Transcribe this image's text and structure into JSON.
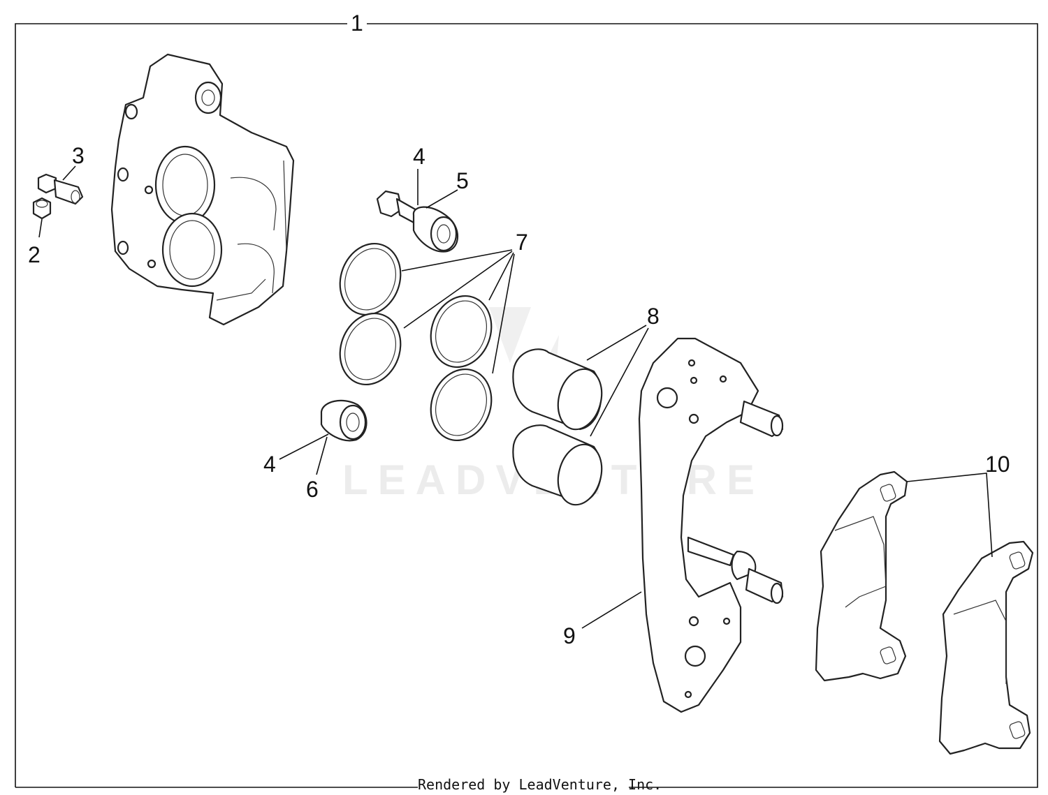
{
  "callouts": {
    "c1": "1",
    "c2": "2",
    "c3": "3",
    "c4a": "4",
    "c5": "5",
    "c4b": "4",
    "c6": "6",
    "c7": "7",
    "c8": "8",
    "c9": "9",
    "c10": "10"
  },
  "watermark": "LEADVENTURE",
  "footer": "Rendered by LeadVenture, Inc."
}
